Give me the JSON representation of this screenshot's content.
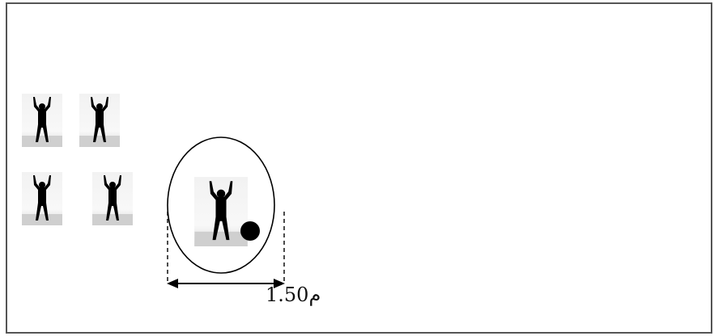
{
  "diagram": {
    "distance_label": "1.50م",
    "players": [
      {
        "id": "player-1"
      },
      {
        "id": "player-2"
      },
      {
        "id": "player-3"
      },
      {
        "id": "player-4"
      },
      {
        "id": "player-center"
      }
    ],
    "colors": {
      "border": "#555555",
      "ink": "#000000",
      "photo_bg": "#f2f2f2"
    },
    "icons": [
      "player-silhouette-icon",
      "ball-icon",
      "double-arrow-icon"
    ]
  }
}
